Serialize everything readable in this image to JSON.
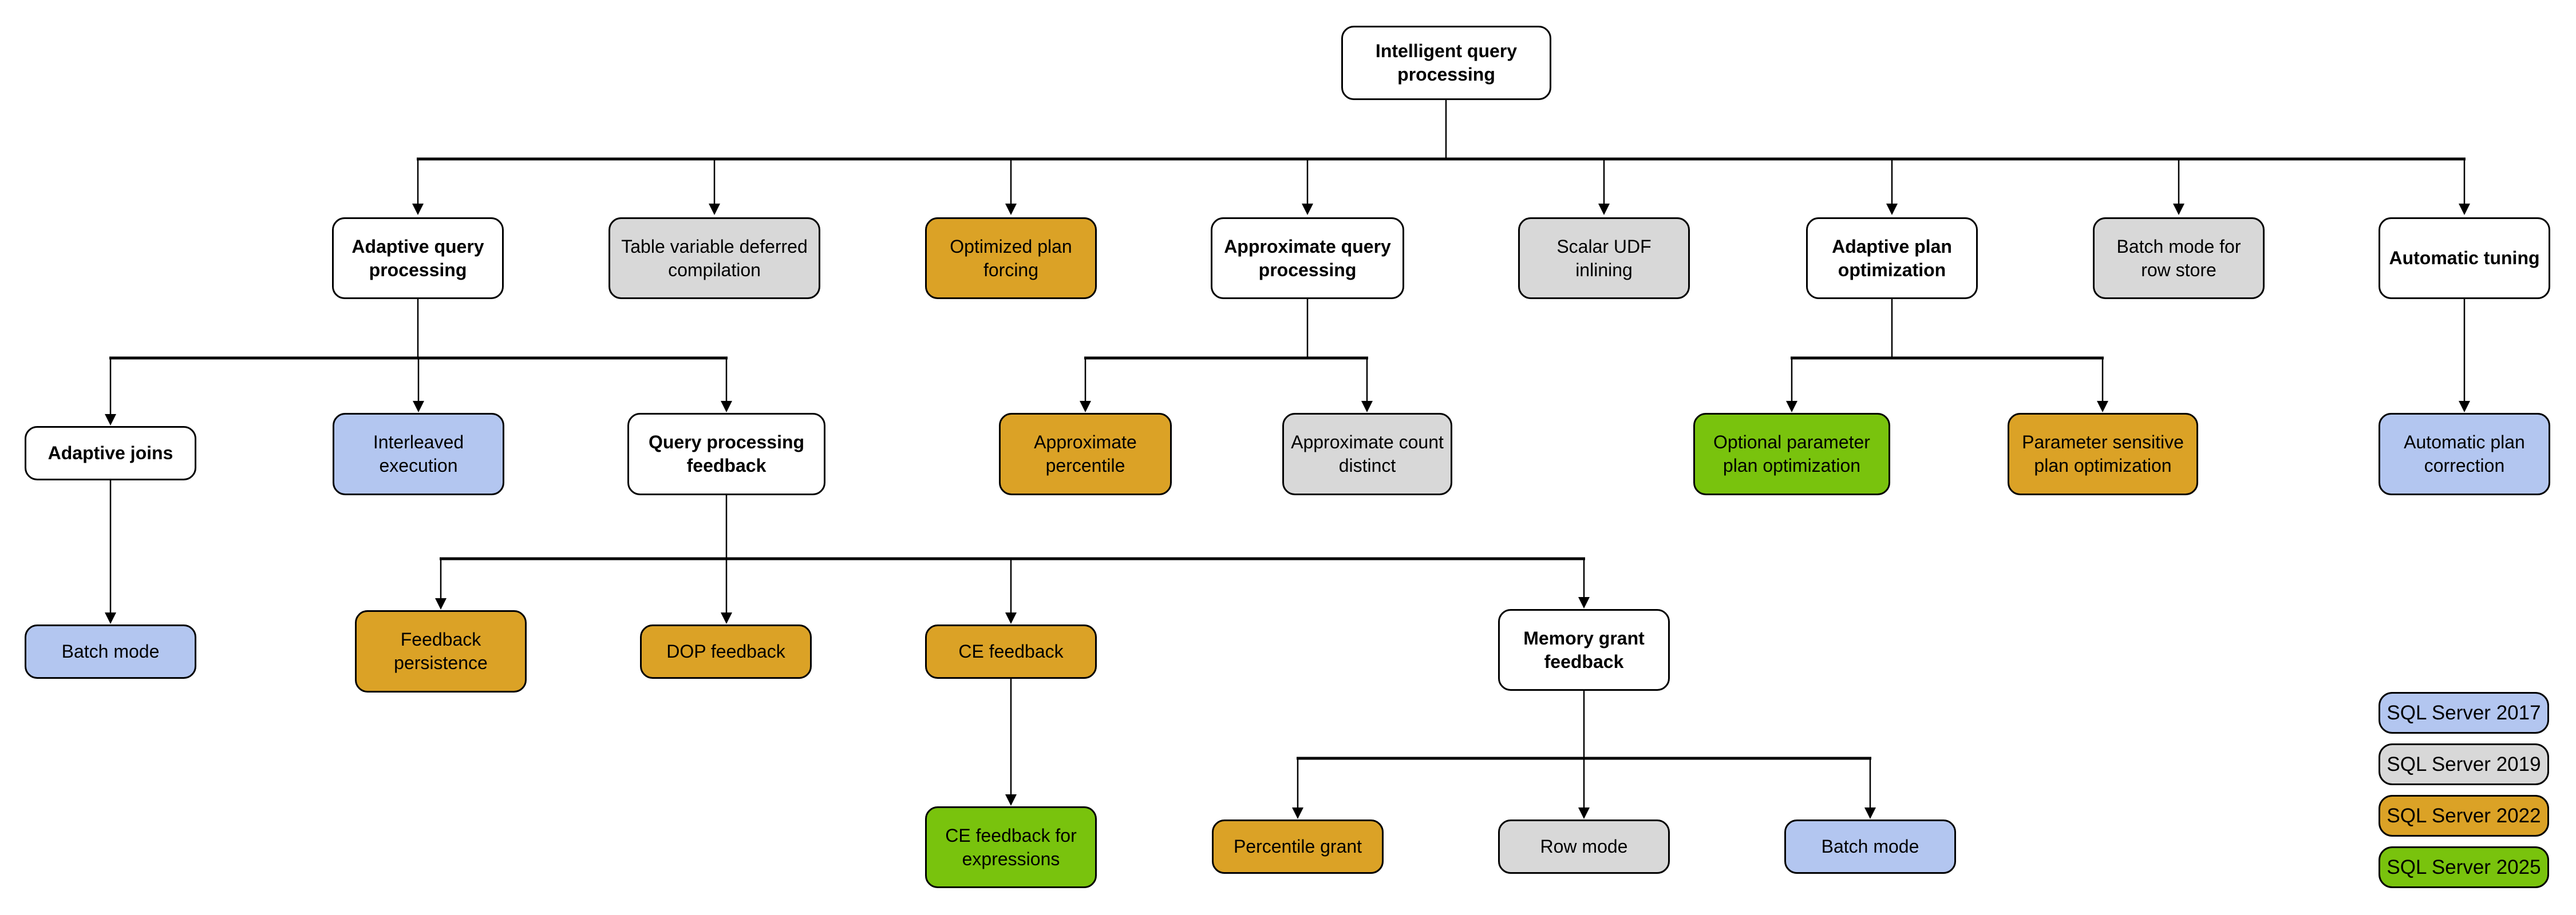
{
  "palette": {
    "white": "#ffffff",
    "blue": "#b3c6f0",
    "gray": "#d8d8d8",
    "orange": "#dba226",
    "green": "#79c30d",
    "line": "#000000"
  },
  "nodes": {
    "root": {
      "label": "Intelligent query processing",
      "color": "white"
    },
    "aqp": {
      "label": "Adaptive query processing",
      "color": "white"
    },
    "tvdc": {
      "label": "Table variable deferred compilation",
      "color": "gray"
    },
    "opf": {
      "label": "Optimized plan forcing",
      "color": "orange"
    },
    "aqproc": {
      "label": "Approximate query processing",
      "color": "white"
    },
    "sudf": {
      "label": "Scalar UDF inlining",
      "color": "gray"
    },
    "apo": {
      "label": "Adaptive plan optimization",
      "color": "white"
    },
    "bmrs": {
      "label": "Batch mode for row store",
      "color": "gray"
    },
    "at": {
      "label": "Automatic tuning",
      "color": "white"
    },
    "aj": {
      "label": "Adaptive joins",
      "color": "white"
    },
    "ie": {
      "label": "Interleaved execution",
      "color": "blue"
    },
    "qpf": {
      "label": "Query processing feedback",
      "color": "white"
    },
    "ap": {
      "label": "Approximate percentile",
      "color": "orange"
    },
    "acd": {
      "label": "Approximate count distinct",
      "color": "gray"
    },
    "oppo": {
      "label": "Optional parameter plan optimization",
      "color": "green"
    },
    "pspo": {
      "label": "Parameter sensitive plan optimization",
      "color": "orange"
    },
    "apc": {
      "label": "Automatic plan correction",
      "color": "blue"
    },
    "bm1": {
      "label": "Batch mode",
      "color": "blue"
    },
    "fp": {
      "label": "Feedback persistence",
      "color": "orange"
    },
    "dop": {
      "label": "DOP feedback",
      "color": "orange"
    },
    "cef": {
      "label": "CE feedback",
      "color": "orange"
    },
    "mgf": {
      "label": "Memory grant feedback",
      "color": "white"
    },
    "cefe": {
      "label": "CE feedback for expressions",
      "color": "green"
    },
    "pg": {
      "label": "Percentile grant",
      "color": "orange"
    },
    "rm": {
      "label": "Row mode",
      "color": "gray"
    },
    "bm2": {
      "label": "Batch mode",
      "color": "blue"
    }
  },
  "edges": [
    [
      "root",
      "aqp"
    ],
    [
      "root",
      "tvdc"
    ],
    [
      "root",
      "opf"
    ],
    [
      "root",
      "aqproc"
    ],
    [
      "root",
      "sudf"
    ],
    [
      "root",
      "apo"
    ],
    [
      "root",
      "bmrs"
    ],
    [
      "root",
      "at"
    ],
    [
      "aqp",
      "aj"
    ],
    [
      "aqp",
      "ie"
    ],
    [
      "aqp",
      "qpf"
    ],
    [
      "aqproc",
      "ap"
    ],
    [
      "aqproc",
      "acd"
    ],
    [
      "apo",
      "oppo"
    ],
    [
      "apo",
      "pspo"
    ],
    [
      "at",
      "apc"
    ],
    [
      "aj",
      "bm1"
    ],
    [
      "qpf",
      "fp"
    ],
    [
      "qpf",
      "dop"
    ],
    [
      "qpf",
      "cef"
    ],
    [
      "qpf",
      "mgf"
    ],
    [
      "cef",
      "cefe"
    ],
    [
      "mgf",
      "pg"
    ],
    [
      "mgf",
      "rm"
    ],
    [
      "mgf",
      "bm2"
    ]
  ],
  "legend": {
    "items": [
      {
        "label": "SQL Server 2017",
        "color": "blue"
      },
      {
        "label": "SQL Server 2019",
        "color": "gray"
      },
      {
        "label": "SQL Server 2022",
        "color": "orange"
      },
      {
        "label": "SQL Server 2025",
        "color": "green"
      }
    ]
  }
}
